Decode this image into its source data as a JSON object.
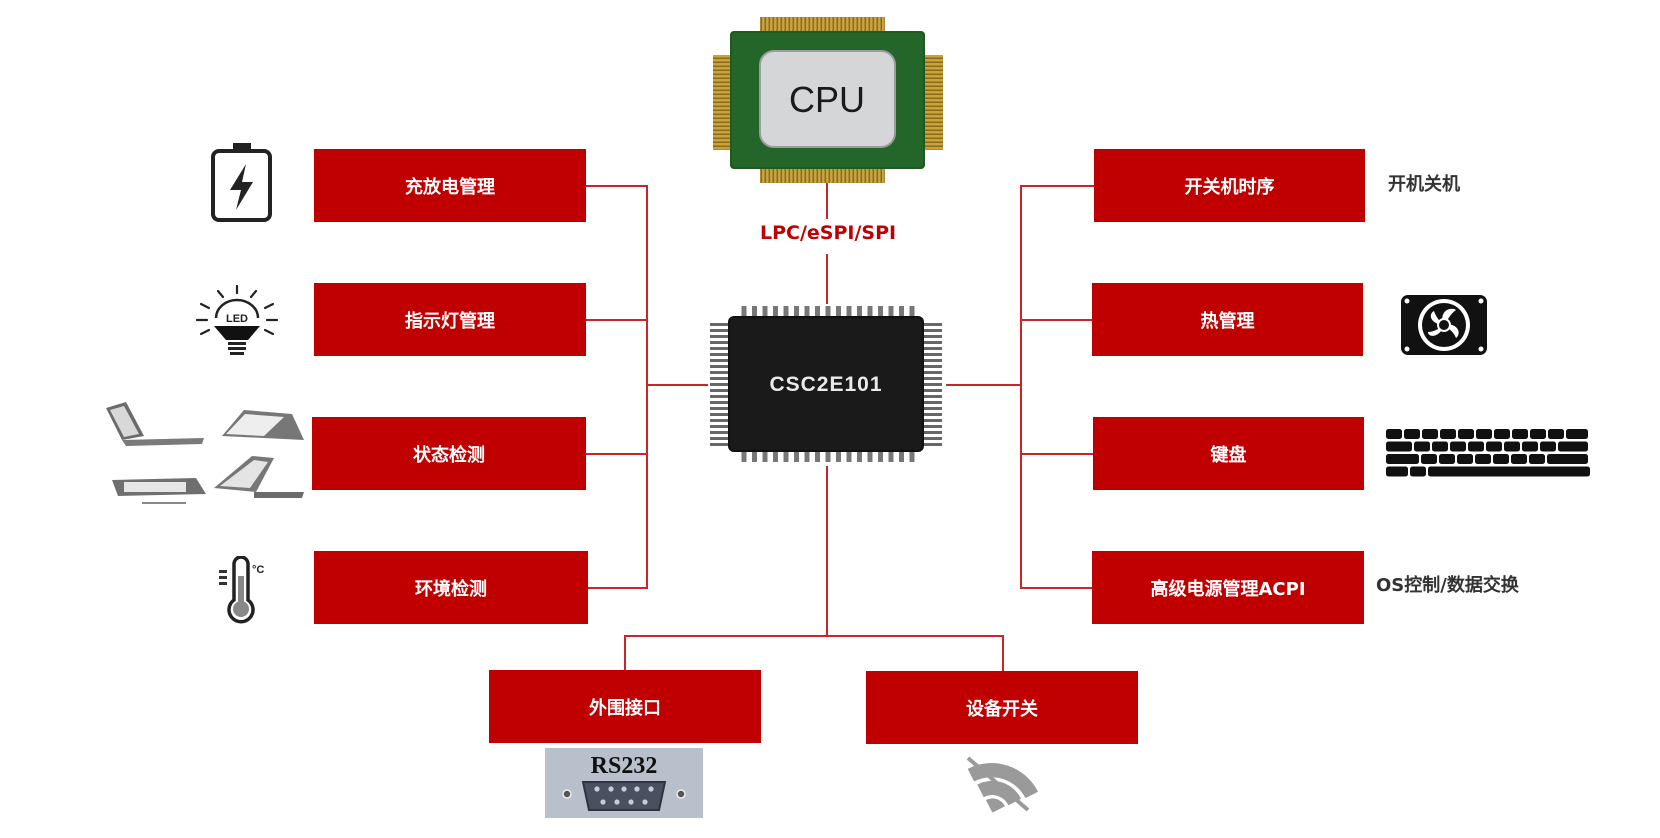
{
  "diagram": {
    "cpu_label": "CPU",
    "bus_label": "LPC/eSPI/SPI",
    "ec_chip_label": "CSC2E101",
    "colors": {
      "accent": "#c00000",
      "line": "#c9262a",
      "side_text": "#333333"
    },
    "left_functions": [
      {
        "label": "充放电管理",
        "icon": "battery-charging-icon"
      },
      {
        "label": "指示灯管理",
        "icon": "led-bulb-icon"
      },
      {
        "label": "状态检测",
        "icon": "laptop-modes-icon"
      },
      {
        "label": "环境检测",
        "icon": "thermometer-icon",
        "icon_text": "°C"
      }
    ],
    "right_functions": [
      {
        "label": "开关机时序",
        "side_text": "开机关机"
      },
      {
        "label": "热管理",
        "icon": "fan-icon"
      },
      {
        "label": "键盘",
        "icon": "keyboard-icon"
      },
      {
        "label": "高级电源管理ACPI",
        "side_text": "OS控制/数据交换"
      }
    ],
    "bottom_functions": [
      {
        "label": "外围接口",
        "icon": "rs232-port-icon",
        "icon_text": "RS232"
      },
      {
        "label": "设备开关",
        "icon": "wifi-off-icon"
      }
    ]
  }
}
